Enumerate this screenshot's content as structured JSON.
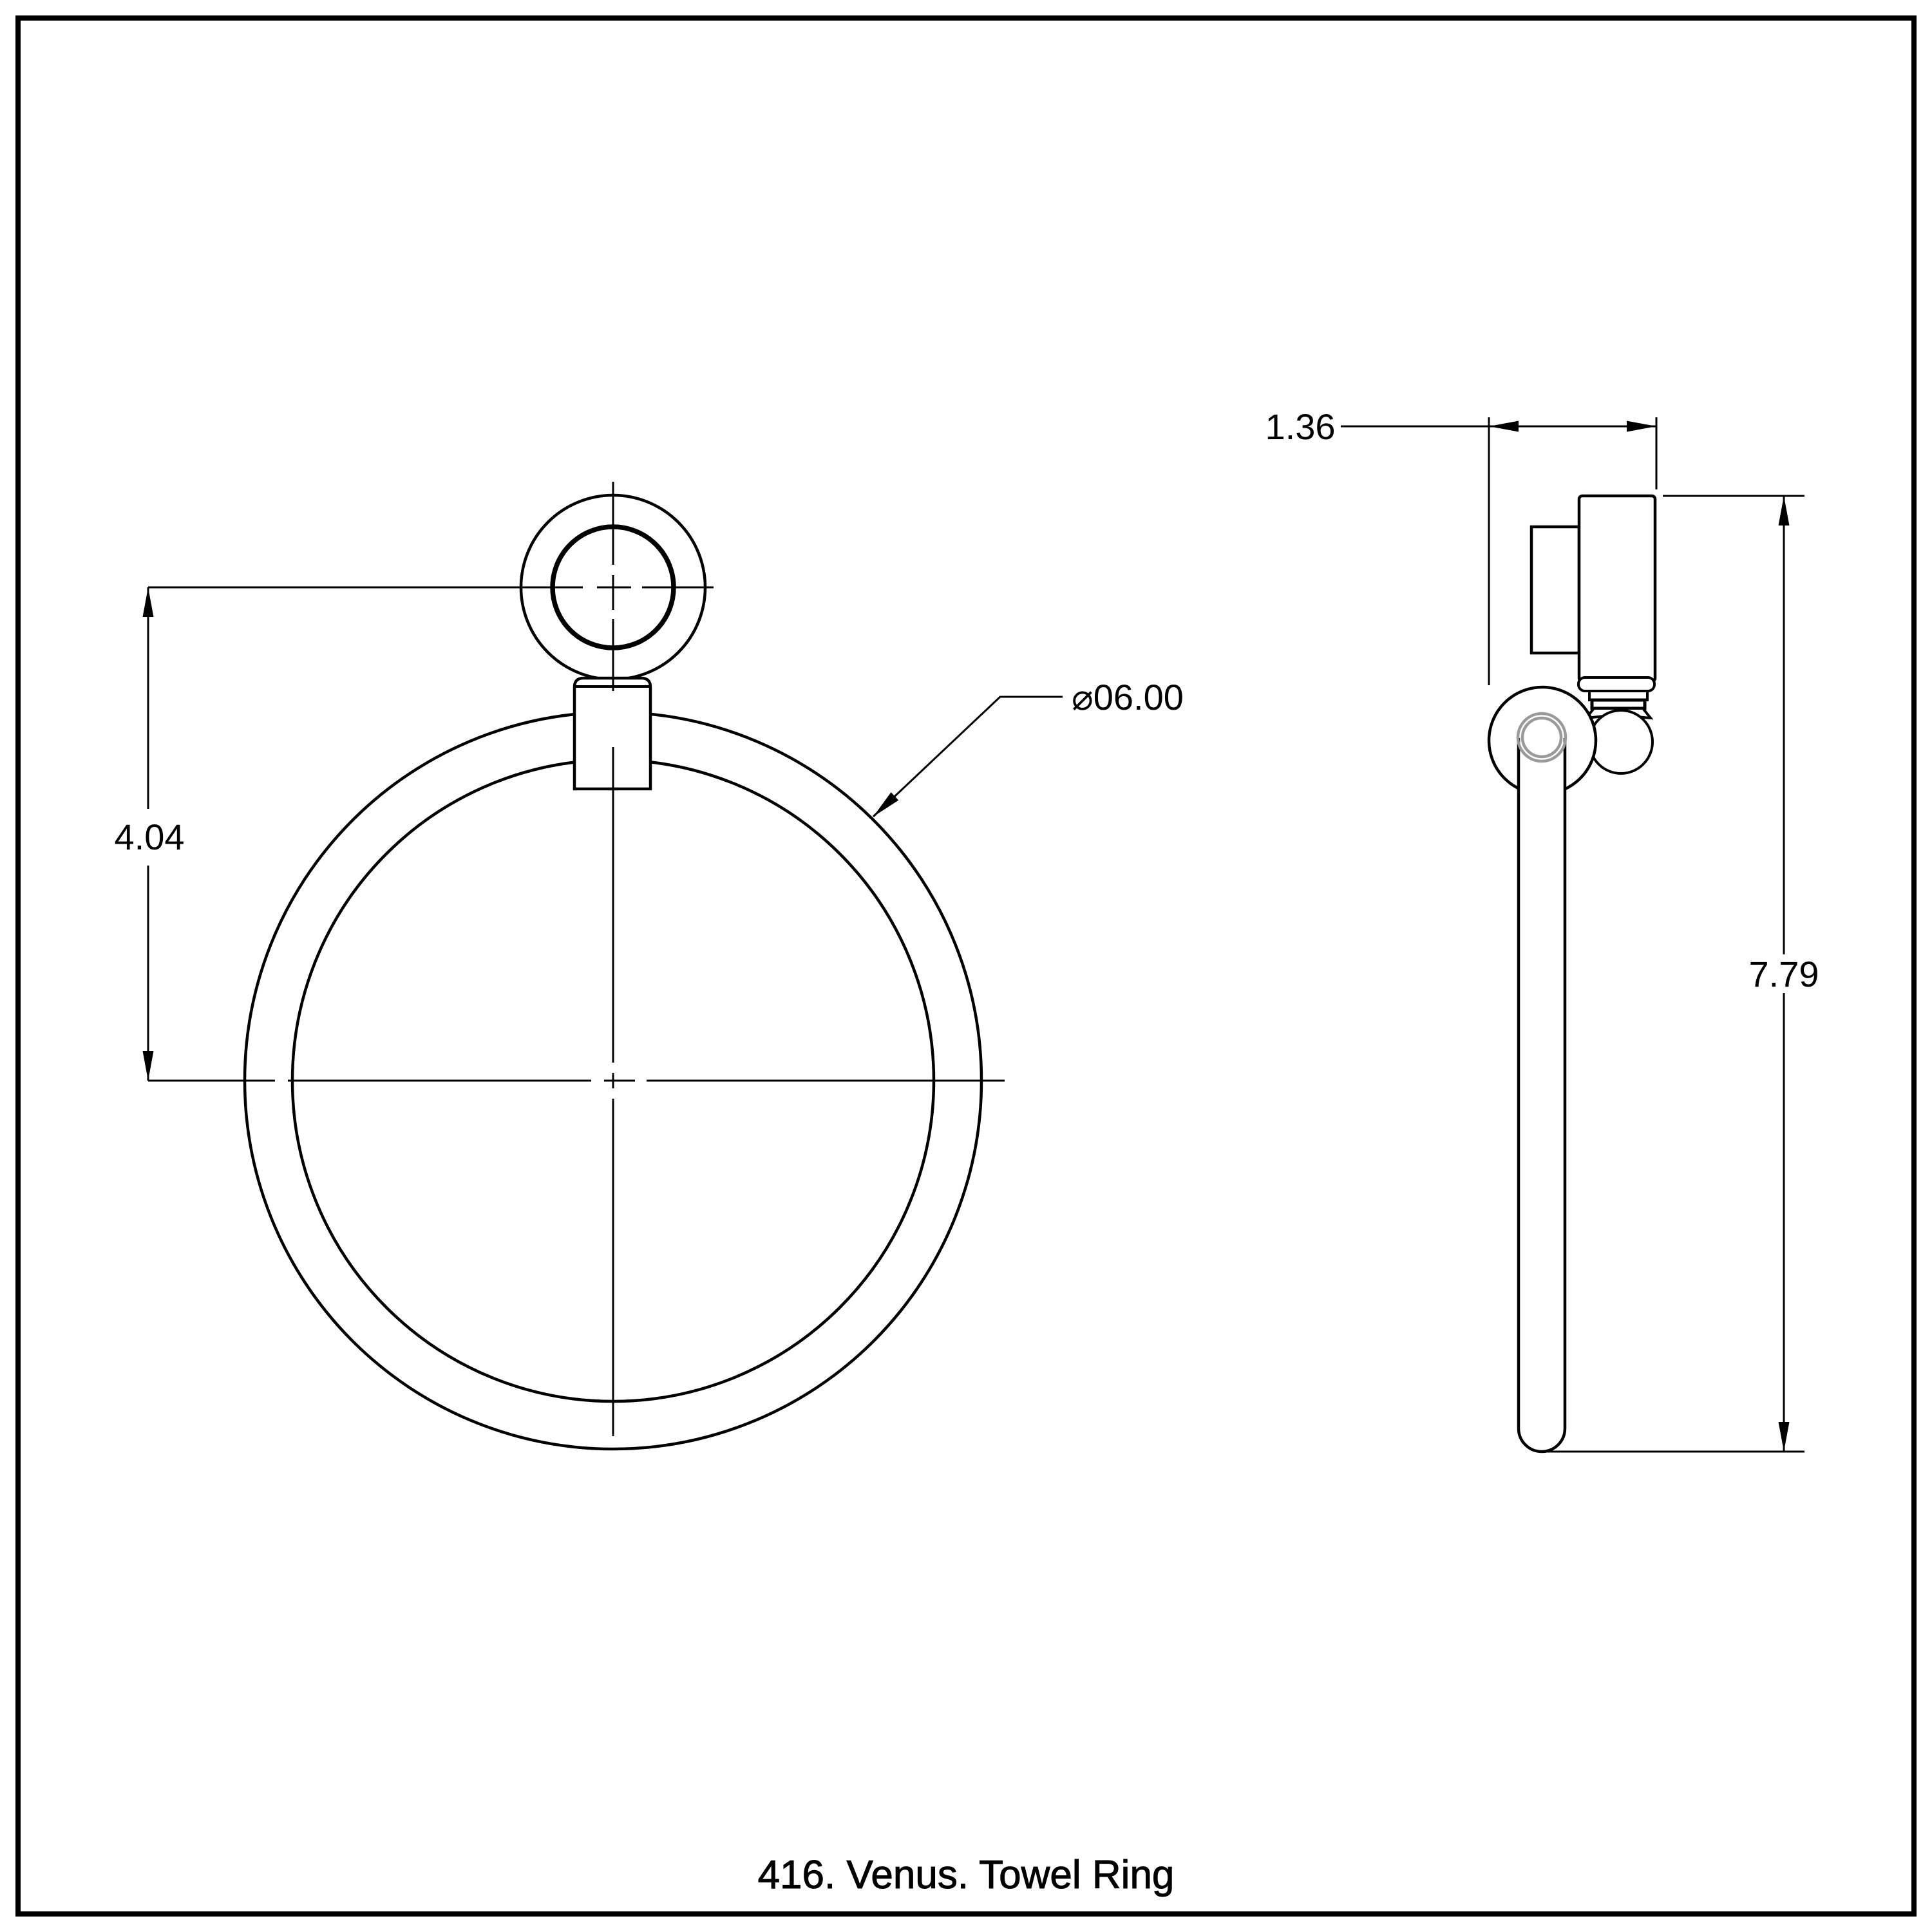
{
  "caption": "416. Venus. Towel Ring",
  "dimensions": {
    "mount_center_height": "4.04",
    "ring_diameter": "⌀06.00",
    "bracket_depth": "1.36",
    "overall_height": "7.79"
  },
  "colors": {
    "line": "#000000",
    "ring_section_gray": "#9a9a9a",
    "background": "#ffffff"
  }
}
